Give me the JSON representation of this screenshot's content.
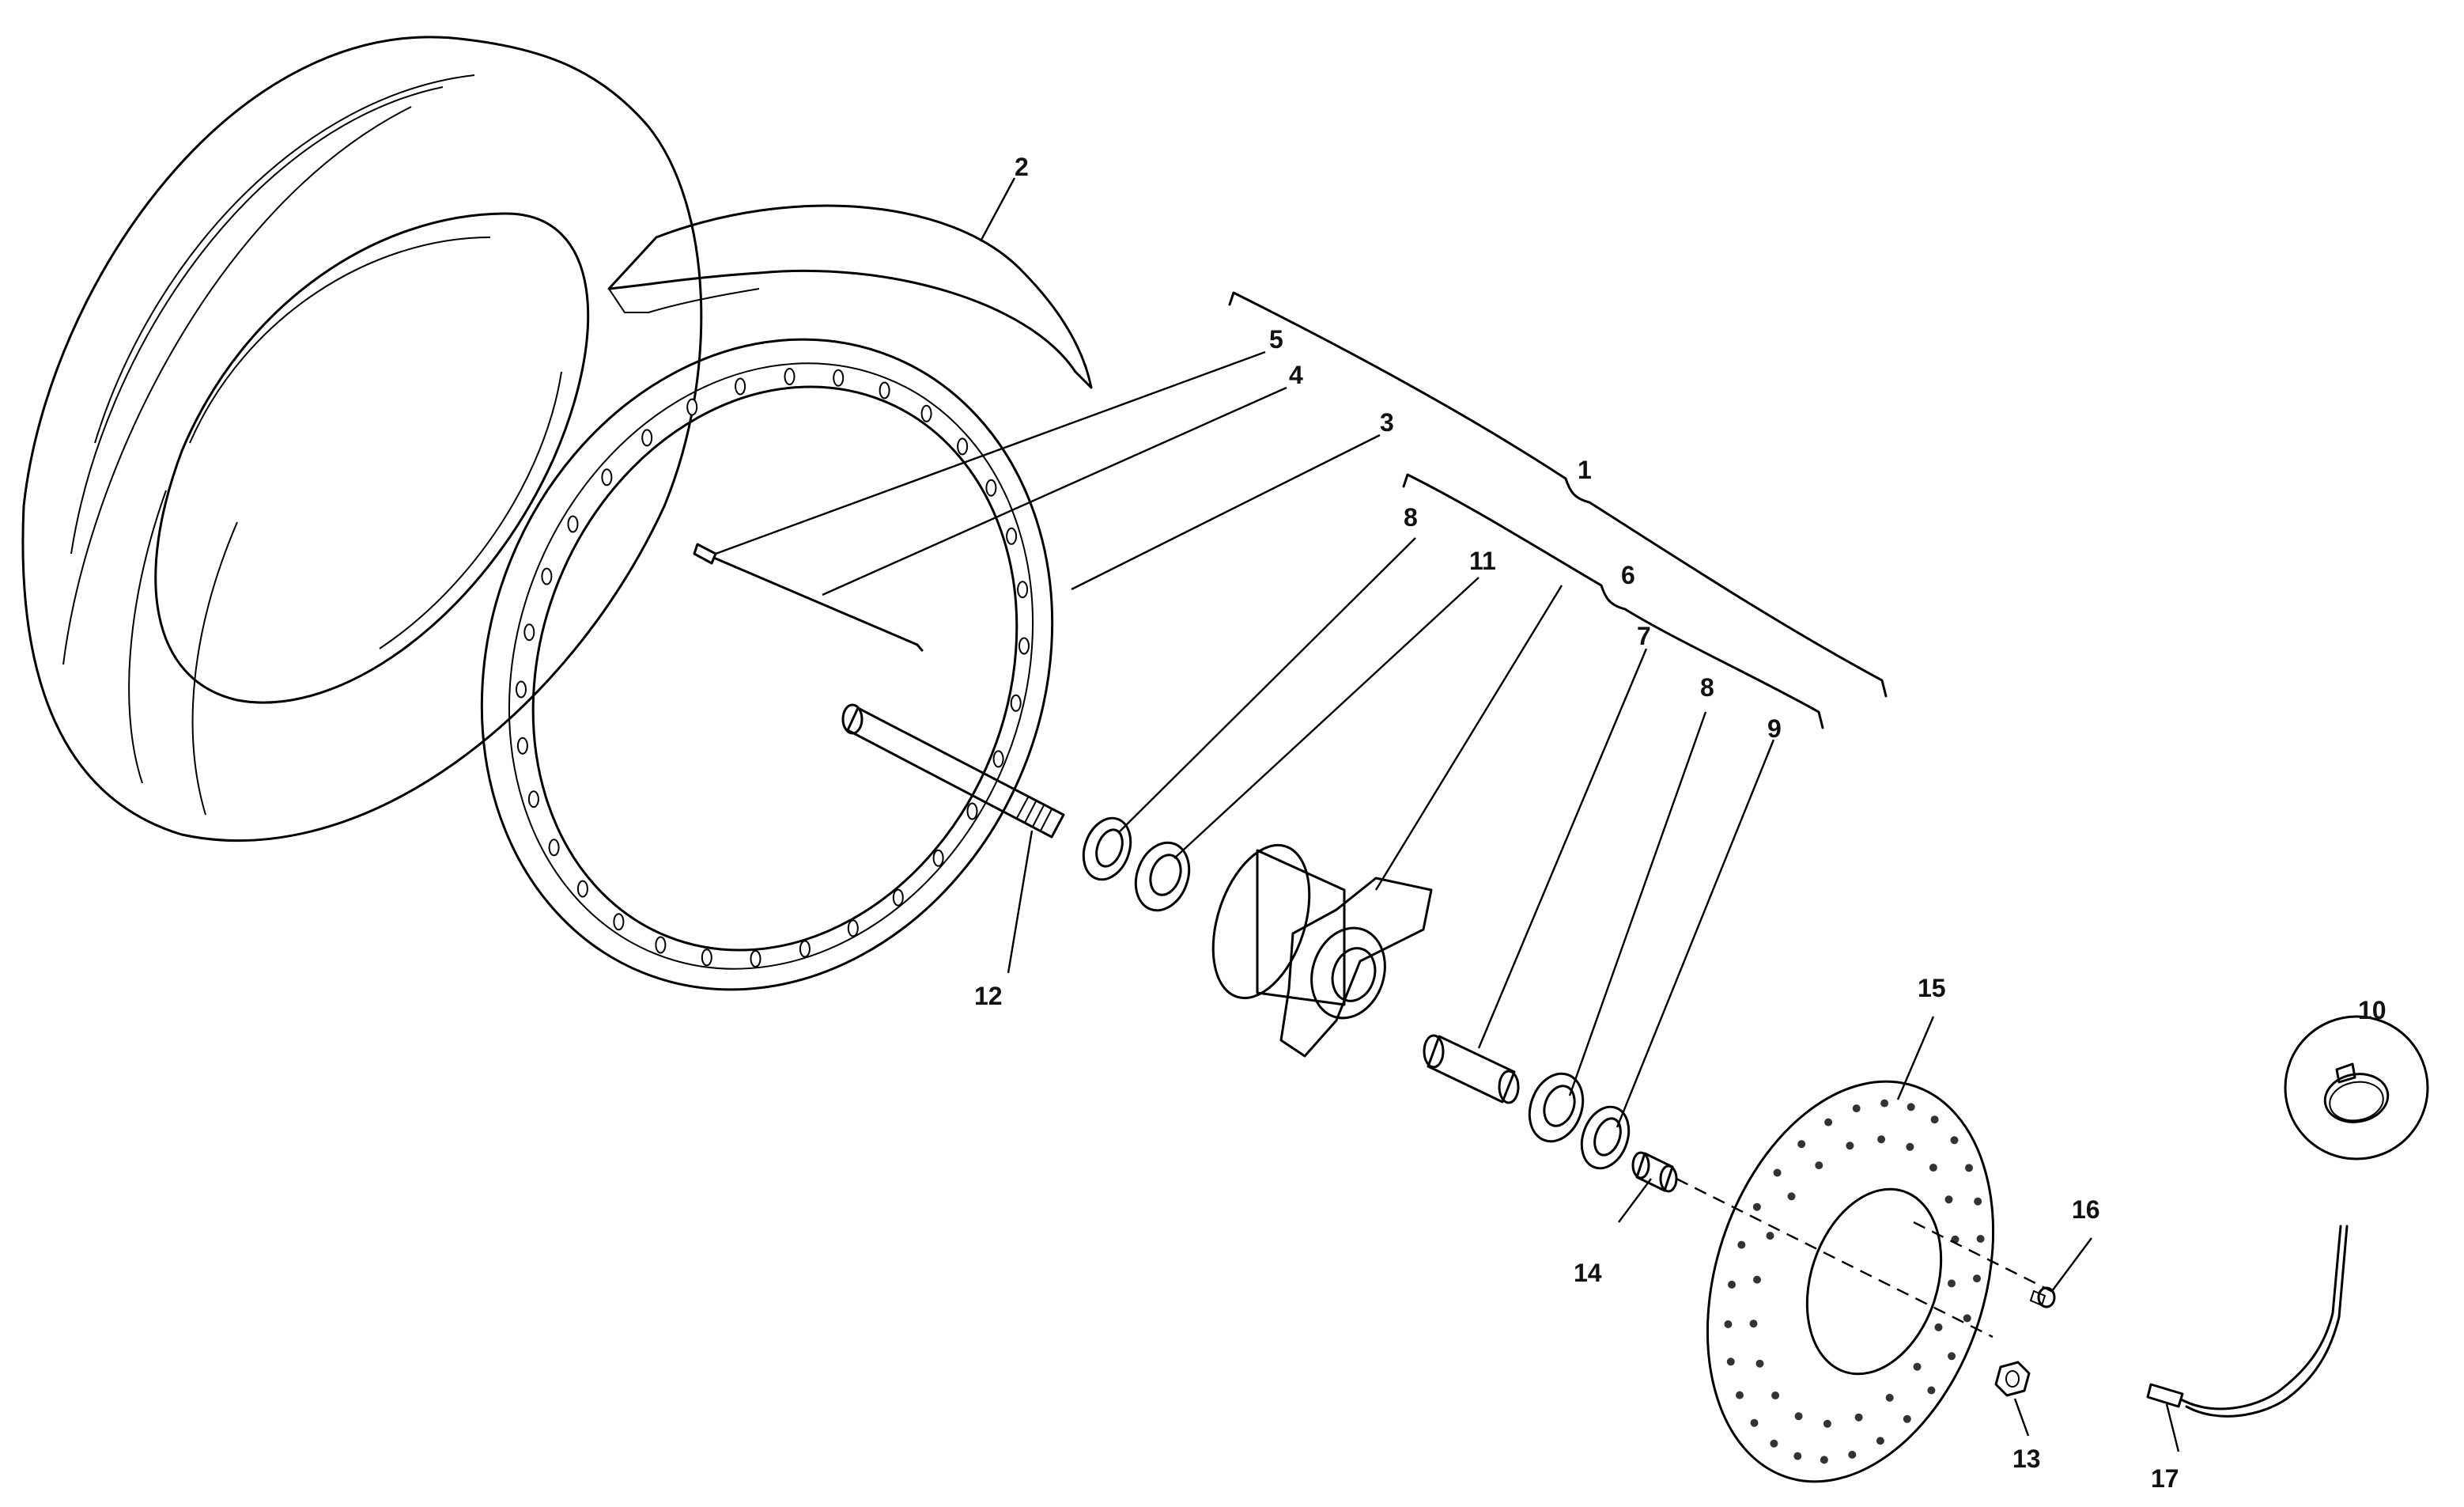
{
  "callouts": [
    {
      "id": "1",
      "text": "1"
    },
    {
      "id": "2",
      "text": "2"
    },
    {
      "id": "3",
      "text": "3"
    },
    {
      "id": "4",
      "text": "4"
    },
    {
      "id": "5",
      "text": "5"
    },
    {
      "id": "6",
      "text": "6"
    },
    {
      "id": "7",
      "text": "7"
    },
    {
      "id": "8a",
      "text": "8"
    },
    {
      "id": "8b",
      "text": "8"
    },
    {
      "id": "9",
      "text": "9"
    },
    {
      "id": "10",
      "text": "10"
    },
    {
      "id": "11",
      "text": "11"
    },
    {
      "id": "12",
      "text": "12"
    },
    {
      "id": "13",
      "text": "13"
    },
    {
      "id": "14",
      "text": "14"
    },
    {
      "id": "15",
      "text": "15"
    },
    {
      "id": "16",
      "text": "16"
    },
    {
      "id": "17",
      "text": "17"
    }
  ],
  "colors": {
    "line": "#000000",
    "tire_fill": "#e4e4e4",
    "rim_tape_fill": "#d2d2d2",
    "part_fill": "#f6f6f6",
    "seal_fill": "#8a8a8a",
    "background": "#ffffff"
  }
}
